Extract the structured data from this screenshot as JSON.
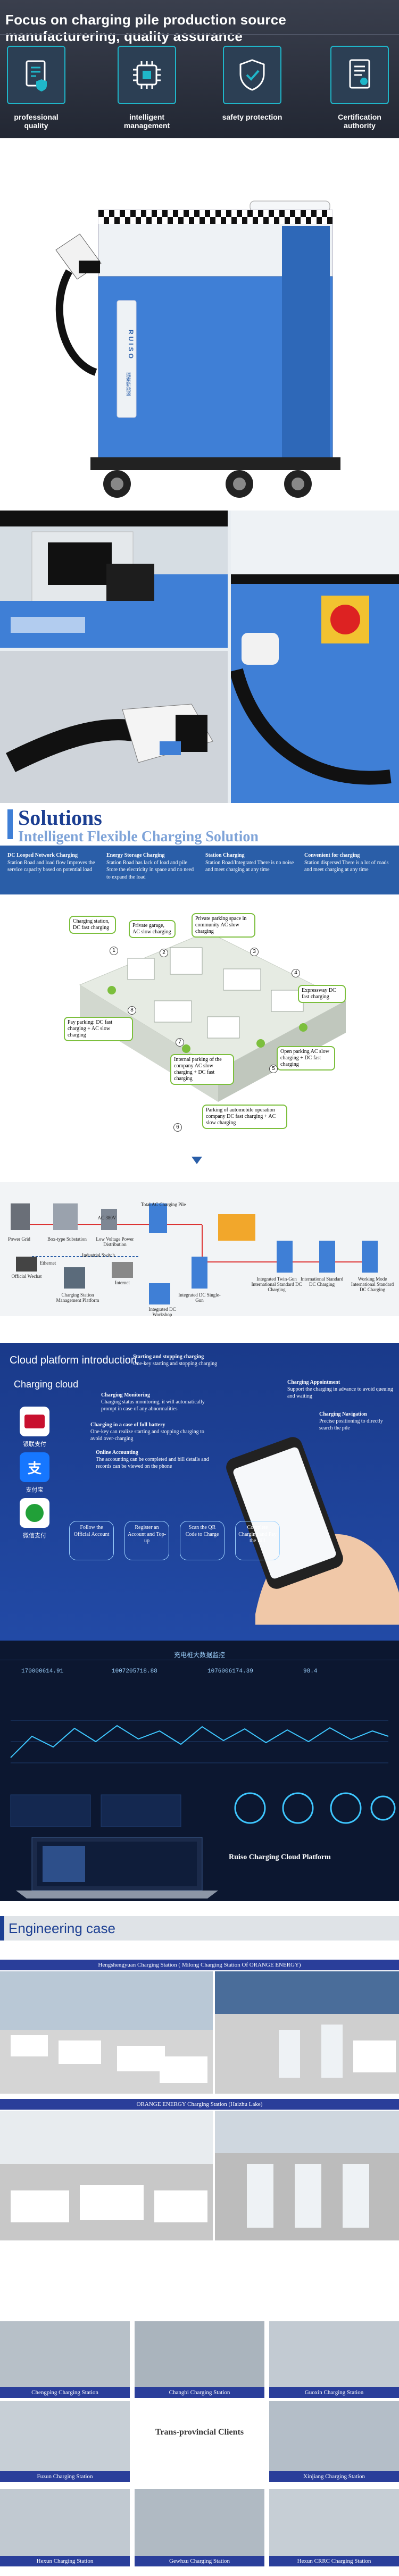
{
  "header": {
    "title": "Focus on charging pile production source manufacturering, quality assurance",
    "features": [
      {
        "label": "professional quality",
        "icon": "document-shield-icon"
      },
      {
        "label": "intelligent management",
        "icon": "chip-icon"
      },
      {
        "label": "safety protection",
        "icon": "shield-check-icon"
      },
      {
        "label": "Certification authority",
        "icon": "certificate-icon"
      }
    ]
  },
  "product": {
    "brand": "RUISO",
    "brand_sub": "瑞索新能源",
    "colors": {
      "body": "#3f7fd6",
      "top": "#eef2f5",
      "checker": "#111111"
    }
  },
  "solutions": {
    "title": "Solutions",
    "subtitle": "Intelligent Flexible Charging Solution",
    "strip": [
      {
        "title": "DC Looped Network Charging",
        "text": "Station Road and load flow Improves the service capacity based on potential load"
      },
      {
        "title": "Energy Storage Charging",
        "text": "Station Road has lack of load and pile Store the electricity in space and no need to expand the load"
      },
      {
        "title": "Station Charging",
        "text": "Station Road/Integrated There is no noise and meet charging at any time"
      },
      {
        "title": "Convenient for charging",
        "text": "Station dispersed There is a lot of roads and meet charging at any time"
      }
    ],
    "callouts": [
      {
        "n": "1",
        "text": "Charging station, DC fast charging"
      },
      {
        "n": "2",
        "text": "Private garage, AC slow charging"
      },
      {
        "n": "3",
        "text": "Private parking space in community AC slow charging"
      },
      {
        "n": "4",
        "text": "Expressway DC fast charging"
      },
      {
        "n": "5",
        "text": "Open parking AC slow charging + DC fast charging"
      },
      {
        "n": "6",
        "text": "Parking of automobile operation company DC fast charging + AC slow charging"
      },
      {
        "n": "7",
        "text": "Internal parking of the company AC slow charging + DC fast charging"
      },
      {
        "n": "8",
        "text": "Pay parking: DC fast charging + AC slow charging"
      }
    ]
  },
  "topology": {
    "labels": [
      "Power Grid",
      "Box-type Substation",
      "AC 380V",
      "Low Voltage Power Distribution",
      "Total AC Charging Pile",
      "Integrated DC Single-Gun",
      "Integrated DC Workshop",
      "Integrated Twin-Gun International Standard DC Charging",
      "International Standard DC Charging",
      "Working Mode International Standard DC Charging",
      "Official Wechat",
      "Charging Station Management Platform",
      "Internet",
      "Industrial Switch",
      "Ethernet"
    ]
  },
  "cloud": {
    "title": "Cloud platform introduction",
    "subtitle": "Charging cloud",
    "payments": [
      {
        "label": "银联支付",
        "color": "#c8102e"
      },
      {
        "label": "支付宝",
        "color": "#1677ff"
      },
      {
        "label": "微信支付",
        "color": "#21a038"
      }
    ],
    "features": [
      {
        "title": "Starting and stopping charging",
        "text": "One-key starting and stopping charging"
      },
      {
        "title": "Charging Appointment",
        "text": "Support the charging in advance to avoid queuing and waiting"
      },
      {
        "title": "Charging Monitoring",
        "text": "Charging status monitoring, it will automatically prompt in case of any abnormalities"
      },
      {
        "title": "Charging Navigation",
        "text": "Precise positioning to directly search the pile"
      },
      {
        "title": "Charging in a case of full battery",
        "text": "One-key can realize starting and stopping charging to avoid over-charging"
      },
      {
        "title": "Online Accounting",
        "text": "The accounting can be completed and bill details and records can be viewed on the phone"
      }
    ],
    "steps": [
      "Follow the Official Account",
      "Register an Account and Top-up",
      "Scan the QR Code to Charge",
      "Complete Charging and Pay the Bill"
    ]
  },
  "dashboard": {
    "header": "充电桩大数据监控",
    "title_label": "Ruiso Charging Cloud Platform",
    "kpis": [
      "170000614.91",
      "1007205718.88",
      "1076006174.39",
      "98.4"
    ]
  },
  "engineering": {
    "title": "Engineering case",
    "stations": [
      {
        "name": "Hengshengyuan Charging Station ( Milong Charging Station Of ORANGE ENERGY)"
      },
      {
        "name": "ORANGE ENERGY Charging Station (Haizhu Lake)"
      },
      {
        "name": "Chengping Charging Station"
      },
      {
        "name": "Changbi Charging Station"
      },
      {
        "name": "Guoxin Charging Station"
      },
      {
        "name": "Fuzun Charging Station"
      },
      {
        "name": "Xinjiang Charging Station"
      },
      {
        "name": "Hexun Charging Station"
      },
      {
        "name": "Gewhzu Charging Station"
      },
      {
        "name": "Hexun CRRC Charging Station"
      }
    ],
    "trans_provincial": "Trans-provincial Clients"
  }
}
